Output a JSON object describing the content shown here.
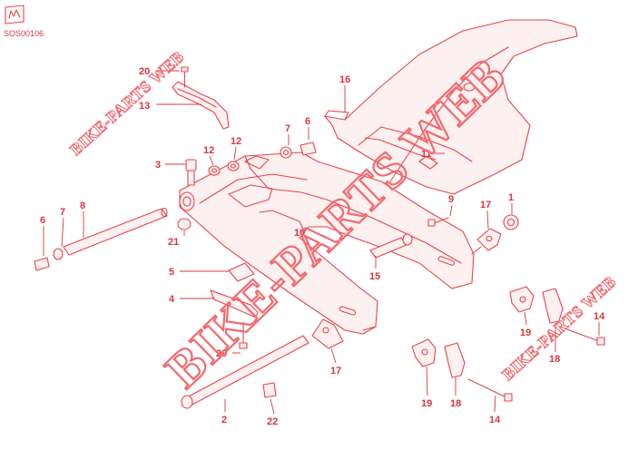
{
  "diagram": {
    "code": "SOS00106",
    "watermark": "BIKE-PARTS WEB",
    "labels": {
      "l1": "1",
      "l2": "2",
      "l3": "3",
      "l4": "4",
      "l5": "5",
      "l6a": "6",
      "l6b": "6",
      "l7a": "7",
      "l7b": "7",
      "l8": "8",
      "l9": "9",
      "l10": "10",
      "l11": "11",
      "l12a": "12",
      "l12b": "12",
      "l13": "13",
      "l14a": "14",
      "l14b": "14",
      "l15": "15",
      "l16": "16",
      "l17a": "17",
      "l17b": "17",
      "l18a": "18",
      "l18b": "18",
      "l19a": "19",
      "l19b": "19",
      "l20a": "20",
      "l20b": "20",
      "l21": "21",
      "l22": "22"
    }
  }
}
